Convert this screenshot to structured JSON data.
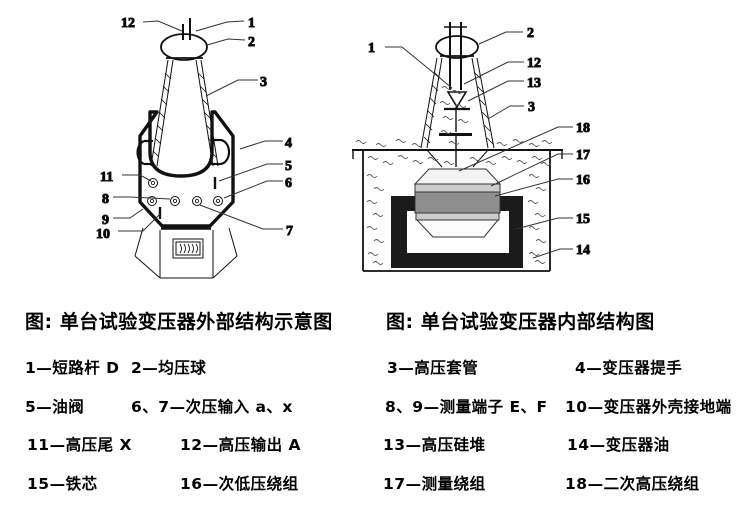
{
  "captions": {
    "left": "图: 单台试验变压器外部结构示意图",
    "right": "图: 单台试验变压器内部结构图"
  },
  "legend": {
    "rows": [
      [
        "1—短路杆 D",
        "2—均压球",
        "3—高压套管",
        "4—变压器提手"
      ],
      [
        "5—油阀",
        "6、7—次压输入 a、x",
        "8、9—测量端子 E、F",
        "10—变压器外壳接地端"
      ],
      [
        "11—高压尾 X",
        "12—高压输出 A",
        "13—高压硅堆",
        "14—变压器油"
      ],
      [
        "15—铁芯",
        "16—次低压绕组",
        "17—测量绕组",
        "18—二次高压绕组"
      ]
    ]
  },
  "figures": {
    "left": {
      "callouts": {
        "c1": "1",
        "c2": "2",
        "c3": "3",
        "c4": "4",
        "c5": "5",
        "c6": "6",
        "c7": "7",
        "c8": "8",
        "c9": "9",
        "c10": "10",
        "c11": "11",
        "c12": "12"
      }
    },
    "right": {
      "callouts": {
        "c1": "1",
        "c2": "2",
        "c3": "3",
        "c12": "12",
        "c13": "13",
        "c14": "14",
        "c15": "15",
        "c16": "16",
        "c17": "17",
        "c18": "18"
      }
    }
  },
  "colors": {
    "line": "#111111",
    "core_fill": "#1b1b1b",
    "winding_dark_gray": "#8f8f8f",
    "winding_light_gray": "#cccccc",
    "oil_wave": "#555555"
  }
}
